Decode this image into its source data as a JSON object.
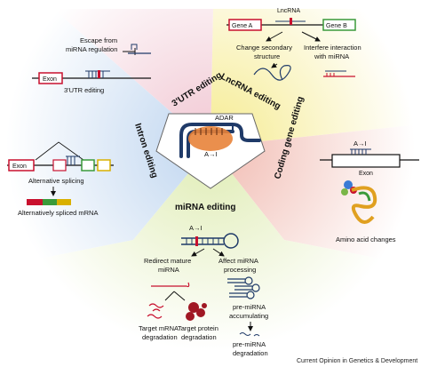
{
  "center": {
    "adar_label": "ADAR",
    "edit_label": "A→I"
  },
  "sectors": {
    "utr3": "3'UTR editing",
    "lncrna": "LncRNA editing",
    "intron": "Intron editing",
    "coding": "Coding gene editing",
    "mirna": "miRNA editing"
  },
  "utr3": {
    "escape": "Escape from miRNA regulation",
    "exon": "Exon",
    "caption": "3'UTR editing"
  },
  "lncrna": {
    "lnc_label": "LncRNA",
    "gene_a": "Gene A",
    "gene_b": "Gene B",
    "change_structure": "Change secondary structure",
    "interfere": "Interfere interaction with miRNA"
  },
  "intron": {
    "exon": "Exon",
    "alt_splicing": "Alternative splicing",
    "alt_mrna": "Alternatively spliced mRNA"
  },
  "coding": {
    "edit": "A→I",
    "exon": "Exon",
    "aa_changes": "Amino acid changes"
  },
  "mirna": {
    "edit": "A→I",
    "redirect": "Redirect mature miRNA",
    "affect": "Affect miRNA processing",
    "target_mrna": "Target mRNA degradation",
    "target_protein": "Target protein degradation",
    "pre_acc": "pre-miRNA accumulating",
    "pre_deg": "pre-miRNA degradation"
  },
  "credit": "Current Opinion in Genetics & Development",
  "colors": {
    "utr3_bg": "#f3cfd9",
    "lncrna_bg": "#f7eea0",
    "intron_bg": "#c9dcf2",
    "coding_bg": "#f3c5bd",
    "mirna_bg": "#e4efbf",
    "exon_red": "#c8102e",
    "gene_green": "#3a9a3a",
    "adar_orange": "#e8833a",
    "navy": "#1f3a68"
  }
}
